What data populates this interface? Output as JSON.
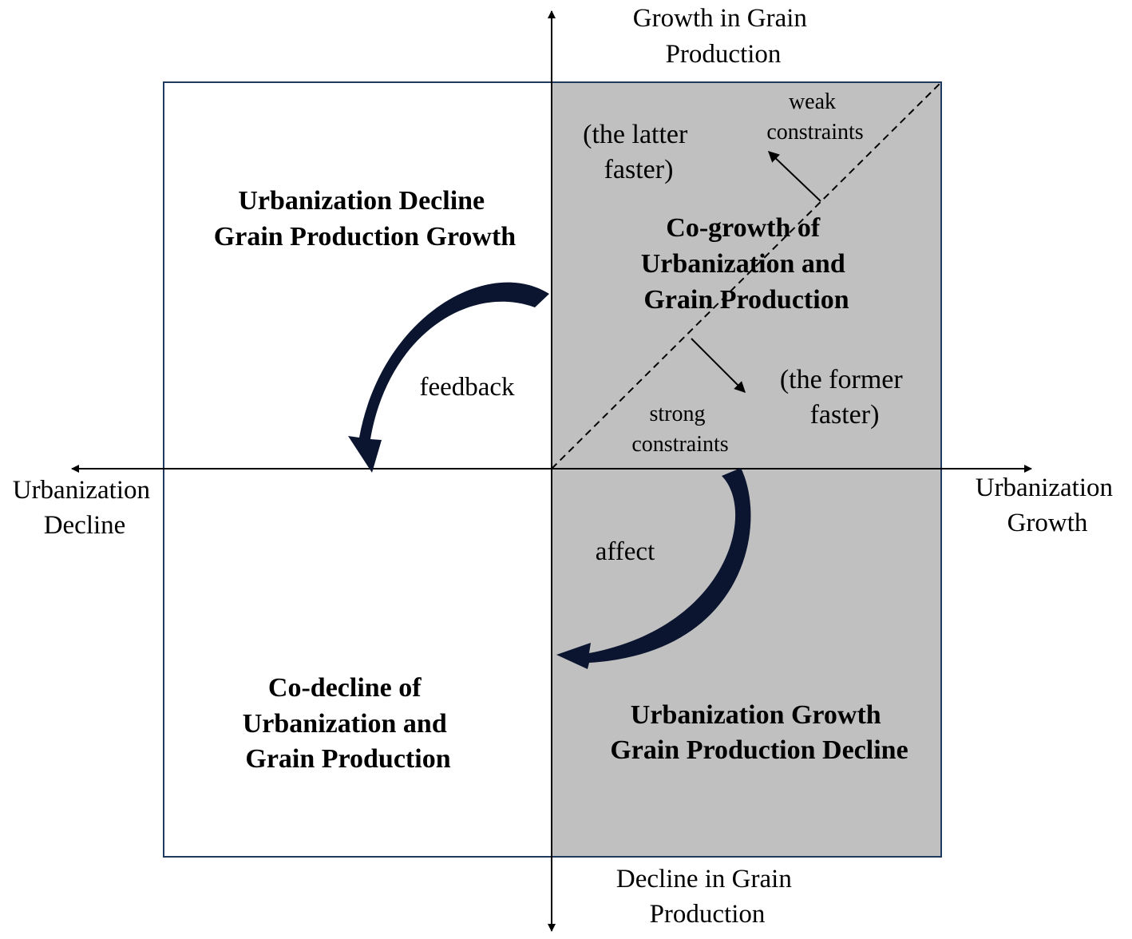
{
  "colors": {
    "shaded_quadrant": "#c0c0c0",
    "frame_stroke": "#1f3a5f",
    "axis_stroke": "#000000",
    "arrow_fill": "#0b1530",
    "text": "#000000"
  },
  "axes": {
    "y_top": [
      "Growth in Grain",
      "Production"
    ],
    "y_bottom": [
      "Decline in Grain",
      "Production"
    ],
    "x_left": [
      "Urbanization",
      "Decline"
    ],
    "x_right": [
      "Urbanization",
      "Growth"
    ]
  },
  "quadrants": {
    "top_left": [
      "Urbanization Decline",
      "Grain Production Growth"
    ],
    "top_right": [
      "Co-growth of",
      "Urbanization and",
      "Grain Production"
    ],
    "bottom_left": [
      "Co-decline of",
      "Urbanization and",
      "Grain Production"
    ],
    "bottom_right": [
      "Urbanization Growth",
      "Grain Production Decline"
    ]
  },
  "diagonal": {
    "upper_note": [
      "(the latter",
      "faster)"
    ],
    "upper_tag": [
      "weak",
      "constraints"
    ],
    "lower_note": [
      "(the former",
      "faster)"
    ],
    "lower_tag": [
      "strong",
      "constraints"
    ]
  },
  "flows": {
    "feedback": "feedback",
    "affect": "affect"
  }
}
